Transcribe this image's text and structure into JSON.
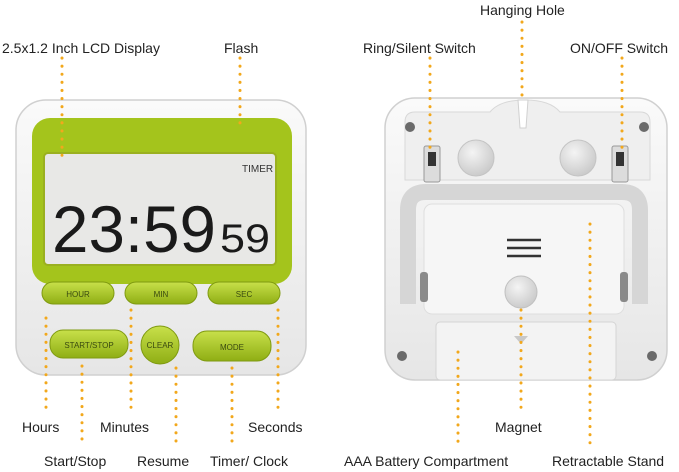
{
  "labels": {
    "lcd_display": "2.5x1.2 Inch LCD Display",
    "flash": "Flash",
    "hanging_hole": "Hanging Hole",
    "ring_silent_switch": "Ring/Silent Switch",
    "on_off_switch": "ON/OFF Switch",
    "hours": "Hours",
    "minutes": "Minutes",
    "seconds": "Seconds",
    "start_stop": "Start/Stop",
    "resume": "Resume",
    "timer_clock": "Timer/ Clock",
    "magnet": "Magnet",
    "aaa_battery": "AAA Battery Compartment",
    "retractable_stand": "Retractable Stand"
  },
  "display": {
    "badge": "TIMER",
    "digits_large": "23:59",
    "digits_small": "59"
  },
  "buttons": {
    "hour": "HOUR",
    "min": "MIN",
    "sec": "SEC",
    "start_stop": "START/STOP",
    "clear": "CLEAR",
    "mode": "MODE"
  },
  "colors": {
    "lime": "#a4c41c",
    "lime_dark": "#7f9a10",
    "lcd_bg": "#e8e8e6",
    "leader_dots": "#f2a81c",
    "body_white": "#f4f4f4"
  }
}
